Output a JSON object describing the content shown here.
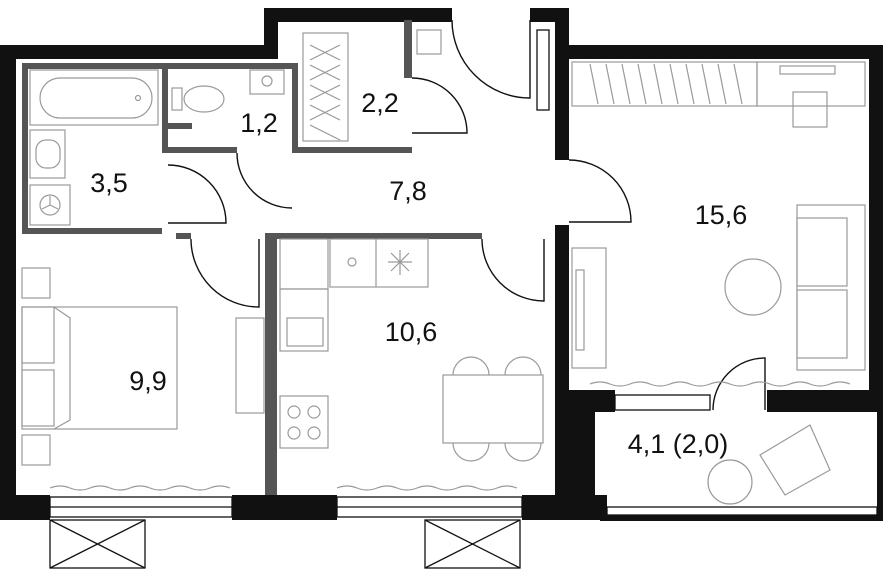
{
  "rooms": [
    {
      "id": "bathroom",
      "area": "3,5"
    },
    {
      "id": "toilet",
      "area": "1,2"
    },
    {
      "id": "wardrobe",
      "area": "2,2"
    },
    {
      "id": "hall",
      "area": "7,8"
    },
    {
      "id": "living-room",
      "area": "15,6"
    },
    {
      "id": "kitchen",
      "area": "10,6"
    },
    {
      "id": "bedroom",
      "area": "9,9"
    },
    {
      "id": "balcony",
      "area": "4,1 (2,0)"
    }
  ],
  "colors": {
    "wall": "#111111",
    "partition": "#555555",
    "furniture": "#9a9a9a",
    "background": "#ffffff"
  }
}
